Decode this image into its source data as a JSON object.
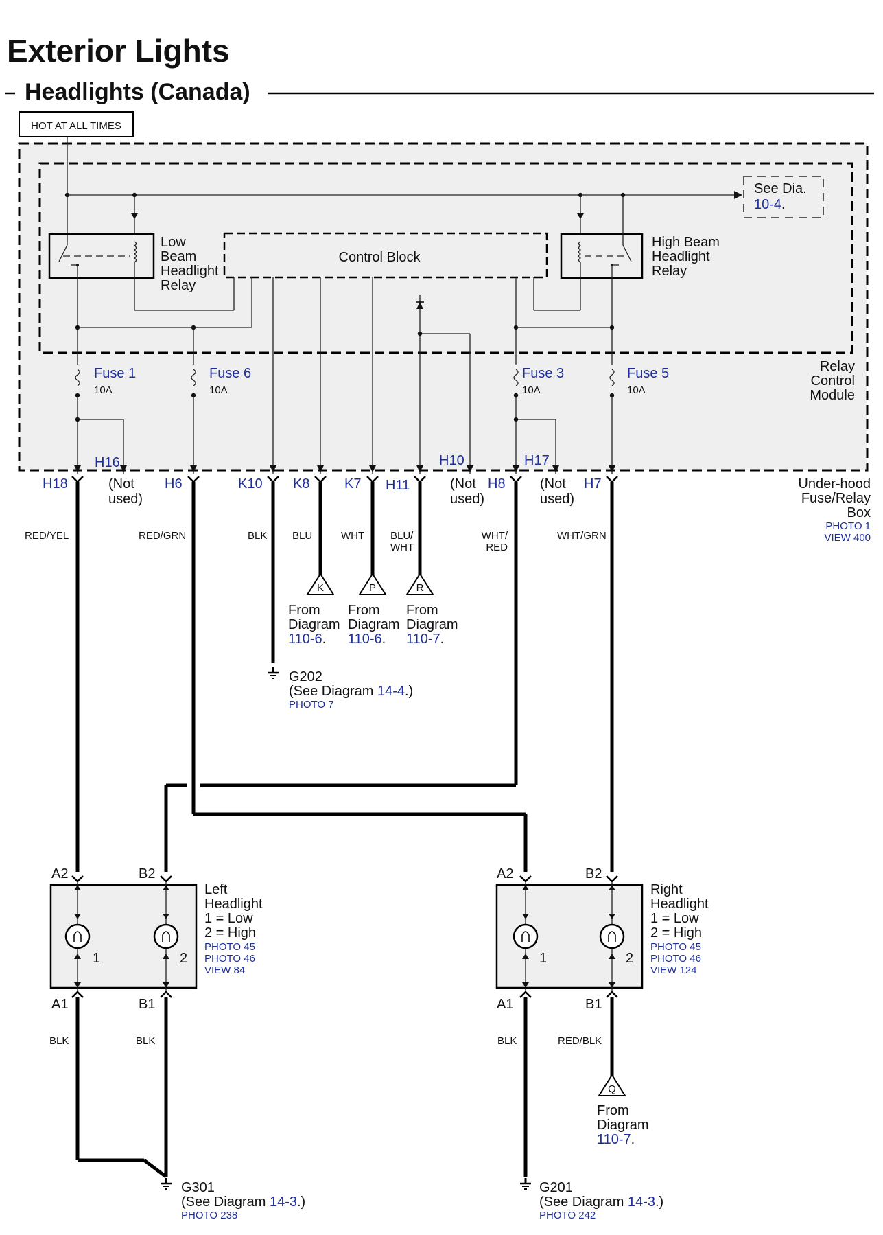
{
  "title": "Exterior Lights",
  "subtitle": "Headlights (Canada)",
  "hot_label": "HOT AT ALL TIMES",
  "see_dia": {
    "text": "See Dia.",
    "ref": "10-4",
    "suffix": "."
  },
  "low_relay": [
    "Low",
    "Beam",
    "Headlight",
    "Relay"
  ],
  "high_relay": [
    "High Beam",
    "Headlight",
    "Relay"
  ],
  "control_block": "Control Block",
  "fuses": [
    {
      "name": "Fuse 1",
      "rating": "10A"
    },
    {
      "name": "Fuse 6",
      "rating": "10A"
    },
    {
      "name": "Fuse 3",
      "rating": "10A"
    },
    {
      "name": "Fuse 5",
      "rating": "10A"
    }
  ],
  "relay_module": [
    "Relay",
    "Control",
    "Module"
  ],
  "terminals": [
    "H16",
    "H10",
    "H17",
    "H18",
    "H6",
    "K10",
    "K8",
    "K7",
    "H11",
    "H8",
    "H7"
  ],
  "not_used": [
    "(Not",
    "used)"
  ],
  "box": {
    "lines": [
      "Under-hood",
      "Fuse/Relay",
      "Box"
    ],
    "photo": "PHOTO 1",
    "view": "VIEW 400"
  },
  "wires": {
    "red_yel": "RED/YEL",
    "red_grn": "RED/GRN",
    "blk": "BLK",
    "blu": "BLU",
    "wht": "WHT",
    "blu_wht": [
      "BLU/",
      "WHT"
    ],
    "wht_red": [
      "WHT/",
      "RED"
    ],
    "wht_grn": "WHT/GRN",
    "red_blk": "RED/BLK"
  },
  "connectors": [
    {
      "letter": "K",
      "from": [
        "From",
        "Diagram"
      ],
      "ref": "110-6",
      "suffix": "."
    },
    {
      "letter": "P",
      "from": [
        "From",
        "Diagram"
      ],
      "ref": "110-6",
      "suffix": "."
    },
    {
      "letter": "R",
      "from": [
        "From",
        "Diagram"
      ],
      "ref": "110-7",
      "suffix": "."
    },
    {
      "letter": "Q",
      "from": [
        "From",
        "Diagram"
      ],
      "ref": "110-7",
      "suffix": "."
    }
  ],
  "grounds": [
    {
      "name": "G202",
      "see": "(See Diagram",
      "ref": "14-4",
      "suffix": ".)",
      "photo": "PHOTO 7"
    },
    {
      "name": "G301",
      "see": "(See Diagram",
      "ref": "14-3",
      "suffix": ".)",
      "photo": "PHOTO 238"
    },
    {
      "name": "G201",
      "see": "(See Diagram",
      "ref": "14-3",
      "suffix": ".)",
      "photo": "PHOTO 242"
    }
  ],
  "left_headlight": {
    "lines": [
      "Left",
      "Headlight",
      "1 = Low",
      "2 = High"
    ],
    "photos": [
      "PHOTO 45",
      "PHOTO 46"
    ],
    "view": "VIEW 84",
    "pins": [
      "A2",
      "B2",
      "A1",
      "B1"
    ],
    "bulbs": [
      "1",
      "2"
    ]
  },
  "right_headlight": {
    "lines": [
      "Right",
      "Headlight",
      "1 = Low",
      "2 = High"
    ],
    "photos": [
      "PHOTO 45",
      "PHOTO 46"
    ],
    "view": "VIEW 124",
    "pins": [
      "A2",
      "B2",
      "A1",
      "B1"
    ],
    "bulbs": [
      "1",
      "2"
    ]
  }
}
